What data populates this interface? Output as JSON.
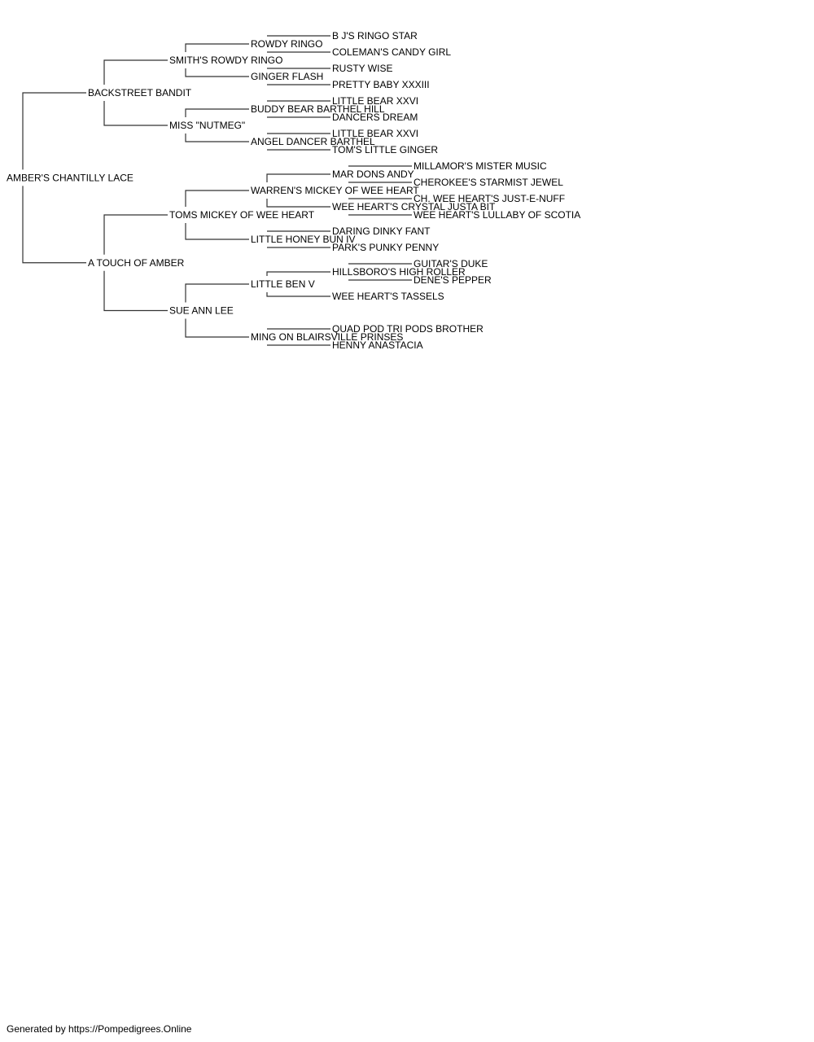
{
  "footer": "Generated by https://Pompedigrees.Online",
  "colors": {
    "text": "#000000",
    "highlight": "#cc0000",
    "line": "#333333"
  },
  "pedigree": {
    "name": "AMBER'S CHANTILLY LACE",
    "sire": {
      "name": "BACKSTREET BANDIT",
      "sire": {
        "name": "SMITH'S ROWDY RINGO",
        "sire": {
          "name": "ROWDY RINGO",
          "sire": {
            "name": "B J'S RINGO STAR"
          },
          "dam": {
            "name": "COLEMAN'S CANDY GIRL"
          }
        },
        "dam": {
          "name": "GINGER FLASH",
          "sire": {
            "name": "RUSTY WISE"
          },
          "dam": {
            "name": "PRETTY BABY XXXIII"
          }
        }
      },
      "dam": {
        "name": "MISS \"NUTMEG\"",
        "sire": {
          "name": "BUDDY BEAR BARTHEL HILL",
          "sire": {
            "name": "LITTLE BEAR XXVI"
          },
          "dam": {
            "name": "DANCERS DREAM"
          }
        },
        "dam": {
          "name": "ANGEL DANCER BARTHEL",
          "sire": {
            "name": "LITTLE BEAR XXVI"
          },
          "dam": {
            "name": "TOM'S LITTLE GINGER"
          }
        }
      }
    },
    "dam": {
      "name": "A TOUCH OF AMBER",
      "sire": {
        "name": "TOMS MICKEY OF WEE HEART",
        "sire": {
          "name": "WARREN'S MICKEY OF WEE HEART",
          "sire": {
            "name": "MAR DONS ANDY",
            "sire": {
              "name": "MILLAMOR'S MISTER MUSIC"
            },
            "dam": {
              "name": "CHEROKEE'S STARMIST JEWEL"
            }
          },
          "dam": {
            "name": "WEE HEART'S CRYSTAL JUSTA BIT",
            "sire": {
              "name": "CH. WEE HEART'S JUST-E-NUFF",
              "highlight": true
            },
            "dam": {
              "name": "WEE HEART'S LULLABY OF SCOTIA"
            }
          }
        },
        "dam": {
          "name": "LITTLE HONEY BUN IV",
          "sire": {
            "name": "DARING DINKY FANT"
          },
          "dam": {
            "name": "PARK'S PUNKY PENNY"
          }
        }
      },
      "dam": {
        "name": "SUE ANN LEE",
        "sire": {
          "name": "LITTLE BEN V",
          "sire": {
            "name": "HILLSBORO'S HIGH ROLLER",
            "sire": {
              "name": "GUITAR'S DUKE"
            },
            "dam": {
              "name": "DENE'S PEPPER"
            }
          },
          "dam": {
            "name": "WEE HEART'S TASSELS"
          }
        },
        "dam": {
          "name": "MING ON BLAIRSVILLE PRINSES",
          "sire": {
            "name": "QUAD POD TRI PODS BROTHER"
          },
          "dam": {
            "name": "HENNY ANASTACIA"
          }
        }
      }
    }
  }
}
